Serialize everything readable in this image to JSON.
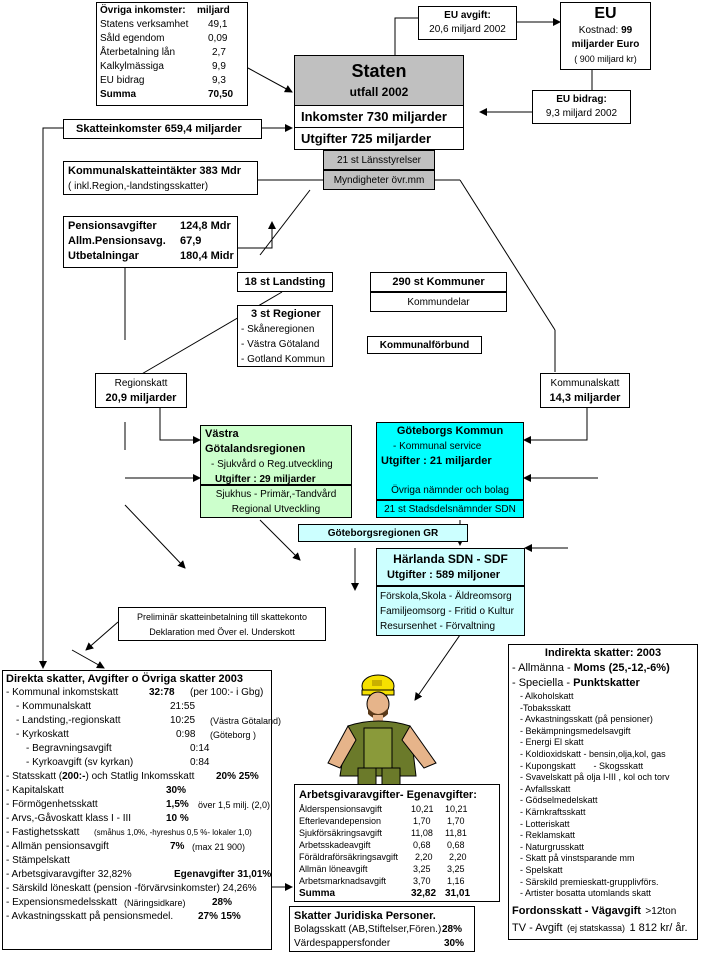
{
  "ovriga": {
    "title": "Övriga inkomster:",
    "unit": "miljard",
    "items": [
      {
        "label": "Statens verksamhet",
        "value": "49,1"
      },
      {
        "label": "Såld egendom",
        "value": "0,09"
      },
      {
        "label": "Återbetalning  lån",
        "value": "2,7"
      },
      {
        "label": "Kalkylmässiga",
        "value": "9,9"
      },
      {
        "label": "EU bidrag",
        "value": "9,3"
      }
    ],
    "sum_label": "Summa",
    "sum_value": "70,50"
  },
  "eu_avgift": {
    "title": "EU avgift:",
    "text": "20,6 miljard 2002"
  },
  "eu": {
    "title": "EU",
    "kostnad_label": "Kostnad:",
    "kostnad_value": "99",
    "line2": "miljarder Euro",
    "line3": "( 900 miljard kr)"
  },
  "eu_bidrag": {
    "title": "EU bidrag:",
    "text": "9,3  miljard 2002"
  },
  "staten": {
    "title": "Staten",
    "subtitle": "utfall 2002",
    "inkomster": "Inkomster  730 miljarder",
    "utgifter": "Utgifter     725 miljarder",
    "lan": "21 st Länsstyrelser",
    "myndigheter": "Myndigheter övr.mm"
  },
  "skatteinkomster": "Skatteinkomster  659,4 miljarder",
  "kommunalskatt_intakter": {
    "line1": "Kommunalskatteintäkter 383 Mdr",
    "line2": "( inkl.Region,-landstingsskatter)"
  },
  "pension": {
    "rows": [
      {
        "label": "Pensionsavgifter",
        "value": "124,8 Mdr"
      },
      {
        "label": "Allm.Pensionsavg.",
        "value": "67,9"
      },
      {
        "label": "Utbetalningar",
        "value": "180,4 Midr"
      }
    ]
  },
  "landsting": "18 st Landsting",
  "kommuner": {
    "title": "290 st Kommuner",
    "sub": "Kommundelar"
  },
  "regioner": {
    "title": "3 st Regioner",
    "items": [
      "- Skåneregionen",
      "- Västra Götaland",
      "- Gotland Kommun"
    ]
  },
  "kommunalforbund": "Kommunalförbund",
  "regionskatt": {
    "label": "Regionskatt",
    "value": "20,9 miljarder"
  },
  "kommunalskatt": {
    "label": "Kommunalskatt",
    "value": "14,3 miljarder"
  },
  "vgr": {
    "title1": "Västra",
    "title2": "Götalandsregionen",
    "item": "- Sjukvård o Reg.utveckling",
    "utgifter": "Utgifter : 29  miljarder",
    "sub1": "Sjukhus - Primär,-Tandvård",
    "sub2": "Regional Utveckling"
  },
  "gbg": {
    "title": "Göteborgs Kommun",
    "item": "- Kommunal service",
    "utgifter": "Utgifter : 21  miljarder",
    "ovriga": "Övriga nämnder och bolag",
    "sdn": "21 st Stadsdelsnämnder SDN"
  },
  "gr": "Göteborgsregionen GR",
  "harlanda": {
    "title": "Härlanda SDN - SDF",
    "utgifter": "Utgifter : 589 miljoner",
    "lines": [
      "Förskola,Skola - Äldreomsorg",
      "Familjeomsorg - Fritid o Kultur",
      "Resursenhet - Förvaltning"
    ]
  },
  "preliminar": {
    "line1": "Preliminär skatteinbetalning till skattekonto",
    "line2": "Deklaration med Över el. Underskott"
  },
  "direkta": {
    "title": "Direkta skatter, Avgifter o Övriga skatter  2003",
    "k1": "- Kommunal inkomstskatt",
    "k1v": "32:78",
    "k1n": "(per 100:- i Gbg)",
    "k2": "- Kommunalskatt",
    "k2v": "21:55",
    "k3": "- Landsting,-regionskatt",
    "k3v": "10:25",
    "k3n": "(Västra Götaland)",
    "k4": "- Kyrkoskatt",
    "k4v": "0:98",
    "k4n": "(Göteborg )",
    "k5": "- Begravningsavgift",
    "k5v": "0:14",
    "k6": "- Kyrkoavgift  (sv kyrkan)",
    "k6v": "0:84",
    "s1a": "- Statsskatt (",
    "s1b": "200:-",
    "s1c": ") och Statlig Inkomsskatt",
    "s1d": "20%  25%",
    "s2": "- Kapitalskatt",
    "s2v": "30%",
    "s3": "- Förmögenhetsskatt",
    "s3v": "1,5%",
    "s3n": "över 1,5 milj. (2,0)",
    "s4": "- Arvs,-Gåvoskatt  klass I - III",
    "s4v": "10 %",
    "s5": "- Fastighetsskatt",
    "s5n": "(småhus 1,0%, -hyreshus 0,5 %- lokaler 1,0)",
    "s6": "- Allmän pensionsavgift",
    "s6v": "7%",
    "s6n": "(max 21 900)",
    "s7": "- Stämpelskatt",
    "s8": "- Arbetsgivaravgifter  32,82%",
    "s8b": "Egenavgifter  31,01%",
    "s9": "- Särskild löneskatt (pension -förvärvsinkomster) 24,26%",
    "s10": "- Expensionsmedelsskatt",
    "s10n": "(Näringsidkare)",
    "s10v": "28%",
    "s11": "- Avkastningsskatt på pensionsmedel.",
    "s11v": "27%  15%"
  },
  "arbetsgivar": {
    "title": "Arbetsgivaravgifter- Egenavgifter:",
    "rows": [
      {
        "label": "Ålderspensionsavgift",
        "a": "10,21",
        "b": "10,21"
      },
      {
        "label": "Efterlevandepension",
        "a": "1,70",
        "b": "1,70"
      },
      {
        "label": "Sjukförsäkringsavgift",
        "a": "11,08",
        "b": "11,81"
      },
      {
        "label": "Arbetsskadeavgift",
        "a": "0,68",
        "b": "0,68"
      },
      {
        "label": "Föräldraförsäkringsavgift",
        "a": "2,20",
        "b": "2,20"
      },
      {
        "label": "Allmän löneavgift",
        "a": "3,25",
        "b": "3,25"
      },
      {
        "label": "Arbetsmarknadsavgift",
        "a": "3,70",
        "b": "1,16"
      }
    ],
    "sum_label": "Summa",
    "sum_a": "32,82",
    "sum_b": "31,01"
  },
  "juridiska": {
    "title": "Skatter Juridiska Personer.",
    "r1": "Bolagsskatt (AB,Stiftelser,Fören.)",
    "r1v": "28%",
    "r2": "Värdespappersfonder",
    "r2v": "30%"
  },
  "indirekta": {
    "title": "Indirekta skatter: 2003",
    "a1": "- Allmänna  -",
    "a1b": "Moms",
    "a1c": "(25,-12,-6%)",
    "a2": "- Speciella  -",
    "a2b": "Punktskatter",
    "items": [
      "- Alkoholskatt",
      "-Tobaksskatt",
      "- Avkastningsskatt (på pensioner)",
      "- Bekämpningsmedelsavgift",
      "- Energi  El skatt",
      "- Koldioxidskatt - bensin,olja,kol, gas",
      "- Kupongskatt",
      "- Skogsskatt",
      "- Svavelskatt på olja I-III , kol och torv",
      "- Avfallsskatt",
      "- Gödselmedelskatt",
      "- Kärnkraftsskatt",
      "- Lotteriskatt",
      "- Reklamskatt",
      "- Naturgrusskatt",
      "- Skatt på vinstsparande mm",
      "- Spelskatt",
      "- Särskild premieskatt-grupplivförs.",
      "- Artister bosatta utomlands skatt"
    ],
    "fordon": "Fordonsskatt - Vägavgift",
    "fordon_n": ">12ton",
    "tv": "TV - Avgift",
    "tv_n": "(ej statskassa)",
    "tv_v": "1 812 kr/ år."
  },
  "colors": {
    "staten_gray": "#c0c0c0",
    "vgr_green": "#ccffcc",
    "gbg_cyan": "#00ffff",
    "harlanda_cyan": "#ccffff",
    "gr_cyan": "#ccffff"
  }
}
